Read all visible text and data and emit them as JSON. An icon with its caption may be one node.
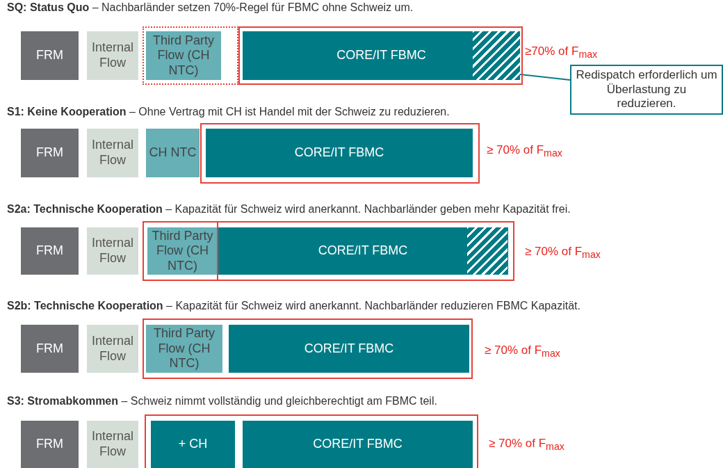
{
  "diagram": {
    "nodes": [
      {
        "text": [
          "FRM"
        ]
      },
      {
        "text": [
          "Internal Flow"
        ]
      },
      {
        "text": [
          "Third Party Flow (CH NTC)"
        ]
      },
      {
        "text": [
          "CORE/IT FBMC"
        ]
      },
      {
        "text": [],
        "shape": "box",
        "in": 3
      },
      {
        "text": [
          "Redispatch erforderlich um Überlastung zu reduzieren."
        ]
      },
      {
        "text": [
          "FRM"
        ]
      },
      {
        "text": [
          "Internal Flow"
        ]
      },
      {
        "text": [
          "CH NTC"
        ]
      },
      {
        "text": [
          "CORE/IT FBMC"
        ]
      },
      {
        "text": [
          "FRM"
        ]
      },
      {
        "text": [
          "Internal Flow"
        ]
      },
      {
        "text": [
          "Third Party Flow (CH NTC)"
        ]
      },
      {
        "text": [
          "CORE/IT FBMC"
        ]
      },
      {
        "text": [
          "FRM"
        ]
      },
      {
        "text": [
          "Internal Flow"
        ]
      },
      {
        "text": [
          "Third Party Flow (CH NTC)"
        ]
      },
      {
        "text": [
          "CORE/IT FBMC"
        ]
      },
      {
        "text": [
          "FRM"
        ]
      },
      {
        "text": [
          "Internal Flow"
        ]
      },
      {
        "text": [
          "+ CH"
        ]
      },
      {
        "text": [
          "CORE/IT FBMC"
        ]
      }
    ],
    "edges": [
      {
        "from": 5,
        "to": 4,
        "arrow": "none"
      }
    ],
    "labels": [
      "**SQ: Status Quo** – Nachbarländer setzen 70%-Regel für FBMC ohne Schweiz um.",
      "≥70% of F$_{max}$",
      "**S1: Keine Kooperation** – Ohne Vertrag mit CH ist Handel mit der Schweiz zu reduzieren.",
      "≥ 70% of F$_{max}$",
      "**S2a: Technische Kooperation** – Kapazität für Schweiz wird anerkannt. Nachbarländer geben mehr Kapazität frei.",
      "≥ 70% of F$_{max}$",
      "**S2b: Technische Kooperation** – Kapazität für Schweiz wird anerkannt. Nachbarländer reduzieren FBMC Kapazität.",
      "≥ 70% of F$_{max}$",
      "**S3: Stromabkommen** – Schweiz nimmt vollständig und gleichberechtigt am FBMC teil.",
      "≥ 70% of F$_{max}$"
    ]
  }
}
